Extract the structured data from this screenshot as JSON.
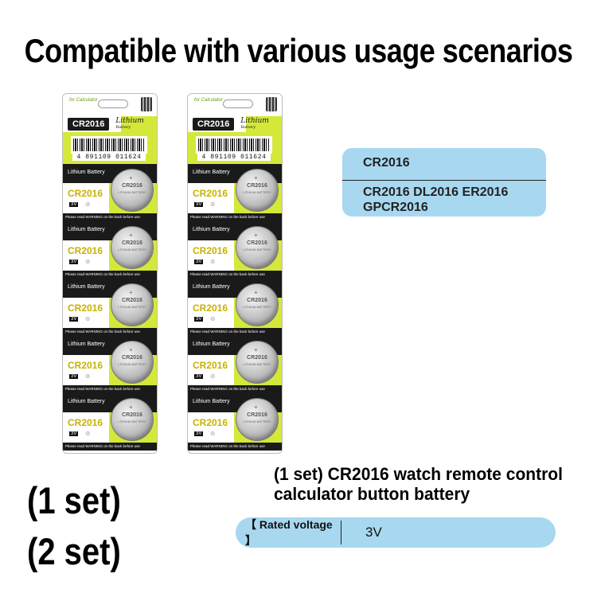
{
  "headline": "Compatible with various usage scenarios",
  "packs": [
    {
      "for_label": "for Calculator",
      "brand": "CR2016",
      "lithium": "Lithium",
      "battery_word": "Battery",
      "barcode_number": "4 891109 011624",
      "cells": [
        "CR2016",
        "CR2016",
        "CR2016",
        "CR2016",
        "CR2016"
      ]
    },
    {
      "for_label": "for Calculator",
      "brand": "CR2016",
      "lithium": "Lithium",
      "battery_word": "Battery",
      "barcode_number": "4 891109 011624",
      "cells": [
        "CR2016",
        "CR2016",
        "CR2016",
        "CR2016",
        "CR2016"
      ]
    }
  ],
  "cell_common": {
    "label": "Lithium Battery",
    "voltage": "3V",
    "coin_text": "CR2016",
    "coin_sub": "LITHIUM BATTERY",
    "warning": "Please read WARNING on the back before use"
  },
  "info": {
    "title": "CR2016",
    "compatible": "CR2016 DL2016 ER2016 GPCR2016"
  },
  "sets": [
    "(1 set)",
    "(2 set)"
  ],
  "product_desc": "(1 set) CR2016 watch remote control calculator button battery",
  "rated": {
    "label": "【 Rated voltage 】",
    "value": "3V"
  },
  "colors": {
    "accent_green": "#d4e83a",
    "info_blue": "#a8d8f0"
  }
}
